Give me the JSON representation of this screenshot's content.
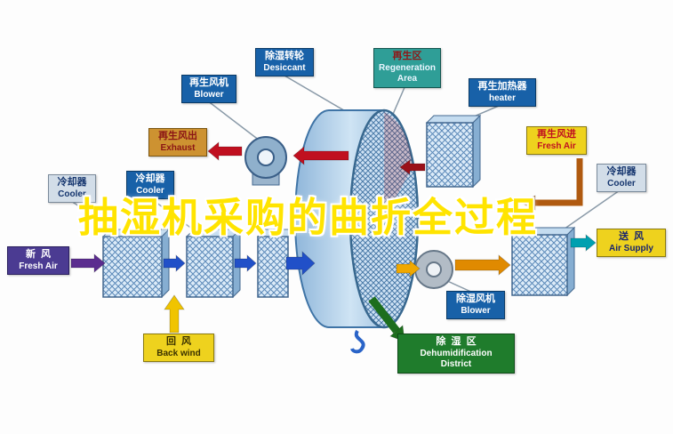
{
  "title": {
    "text": "抽湿机采购的曲折全过程"
  },
  "colors": {
    "title-yellow": "#ffe400",
    "label-blue": "#1861a8",
    "label-teal": "#2f9e97",
    "label-orange": "#cd9231",
    "label-yellow": "#eed21e",
    "label-grey": "#d2dde8",
    "label-purple": "#4b3b92",
    "label-green": "#1f7c2c",
    "arrow-red": "#c01020",
    "arrow-darkred": "#9b1018",
    "arrow-blue": "#2150c8",
    "arrow-purple": "#5b2d8f",
    "arrow-yellow": "#f0c400",
    "arrow-gold": "#f0a800",
    "arrow-orange": "#e08a00",
    "arrow-brown": "#b05a10",
    "arrow-teal": "#00a0b0",
    "arrow-green": "#1d6e1d",
    "rotor-stroke": "#3f74a6"
  },
  "labels": {
    "regen_blower": {
      "zh": "再生风机",
      "en": "Blower"
    },
    "desiccant": {
      "zh": "除湿转轮",
      "en": "Desiccant"
    },
    "regen_area": {
      "zh": "再生区",
      "en": "Regeneration Area"
    },
    "regen_heater": {
      "zh": "再生加热器",
      "en": "heater"
    },
    "exhaust": {
      "zh": "再生风出",
      "en": "Exhaust"
    },
    "regen_fresh_air": {
      "zh": "再生风进",
      "en": "Fresh Air"
    },
    "cooler_left_1": {
      "zh": "冷却器",
      "en": "Cooler"
    },
    "cooler_left_2": {
      "zh": "冷却器",
      "en": "Cooler"
    },
    "cooler_right": {
      "zh": "冷却器",
      "en": "Cooler"
    },
    "fresh_air": {
      "zh": "新  风",
      "en": "Fresh Air"
    },
    "air_supply": {
      "zh": "送  风",
      "en": "Air Supply"
    },
    "back_wind": {
      "zh": "回  风",
      "en": "Back wind"
    },
    "dehumid_blower": {
      "zh": "除湿风机",
      "en": "Blower"
    },
    "dehumid_district": {
      "zh": "除  湿  区",
      "en1": "Dehumidification",
      "en2": "District"
    }
  }
}
